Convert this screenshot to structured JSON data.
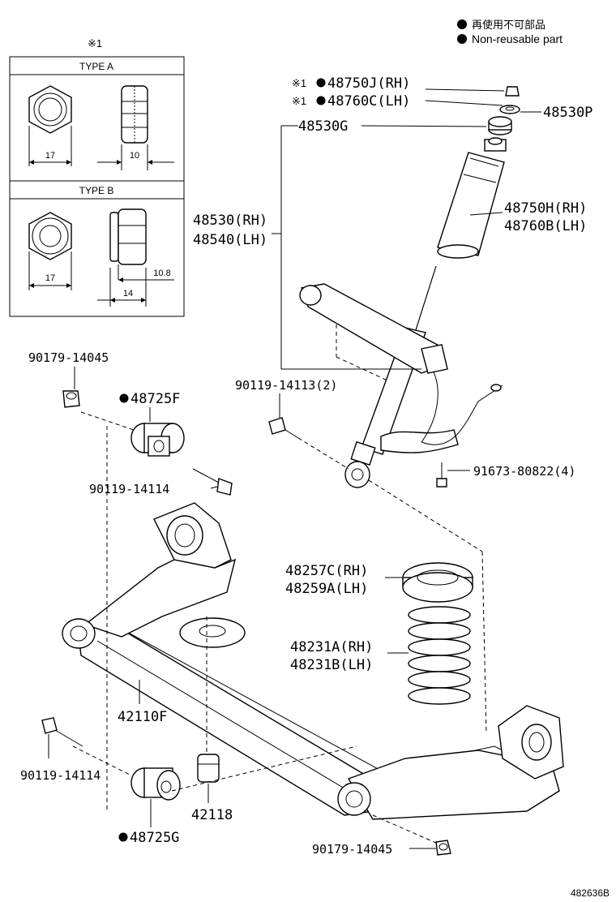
{
  "legend": {
    "line_jp": "再使用不可部品",
    "line_en": "Non-reusable part"
  },
  "inset": {
    "mark": "※1",
    "type_a": {
      "title": "TYPE A",
      "dim_width": "17",
      "dim_height": "10"
    },
    "type_b": {
      "title": "TYPE B",
      "dim_width": "17",
      "dim_height": "14",
      "dim_flange": "10.8"
    }
  },
  "parts": {
    "p48750J": "48750J(RH)",
    "p48760C": "48760C(LH)",
    "mark1": "※1",
    "p48530P": "48530P",
    "p48530G": "48530G",
    "p48530": "48530(RH)",
    "p48540": "48540(LH)",
    "p48750H": "48750H(RH)",
    "p48760B": "48760B(LH)",
    "p90179_top": "90179-14045",
    "p48725F": "48725F",
    "p90119_14113": "90119-14113(2)",
    "p90119_top": "90119-14114",
    "p91673": "91673-80822(4)",
    "p48257C": "48257C(RH)",
    "p48259A": "48259A(LH)",
    "p48231A": "48231A(RH)",
    "p48231B": "48231B(LH)",
    "p42110F": "42110F",
    "p90119_bottom": "90119-14114",
    "p42118": "42118",
    "p48725G": "48725G",
    "p90179_bottom": "90179-14045"
  },
  "figure_id": "482636B",
  "icons": [
    "non-reusable-dot-icon"
  ]
}
